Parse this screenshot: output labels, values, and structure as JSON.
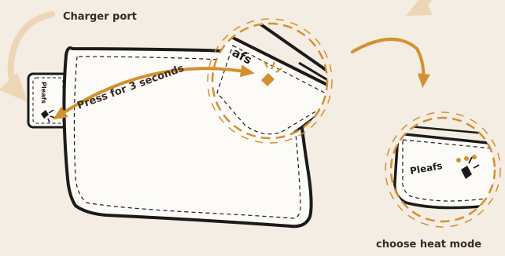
{
  "labels": {
    "charger_port": "Charger port",
    "press": "Press for 3 seconds",
    "mode": "choose heat mode"
  },
  "brand": {
    "name": "Pleafs",
    "name_cropped": "afs"
  },
  "colors": {
    "background": "#f3ede3",
    "accent": "#d3902f",
    "accent_light": "#ecd6b6",
    "ink": "#1c1a1a",
    "pad": "#fdfbf7"
  }
}
